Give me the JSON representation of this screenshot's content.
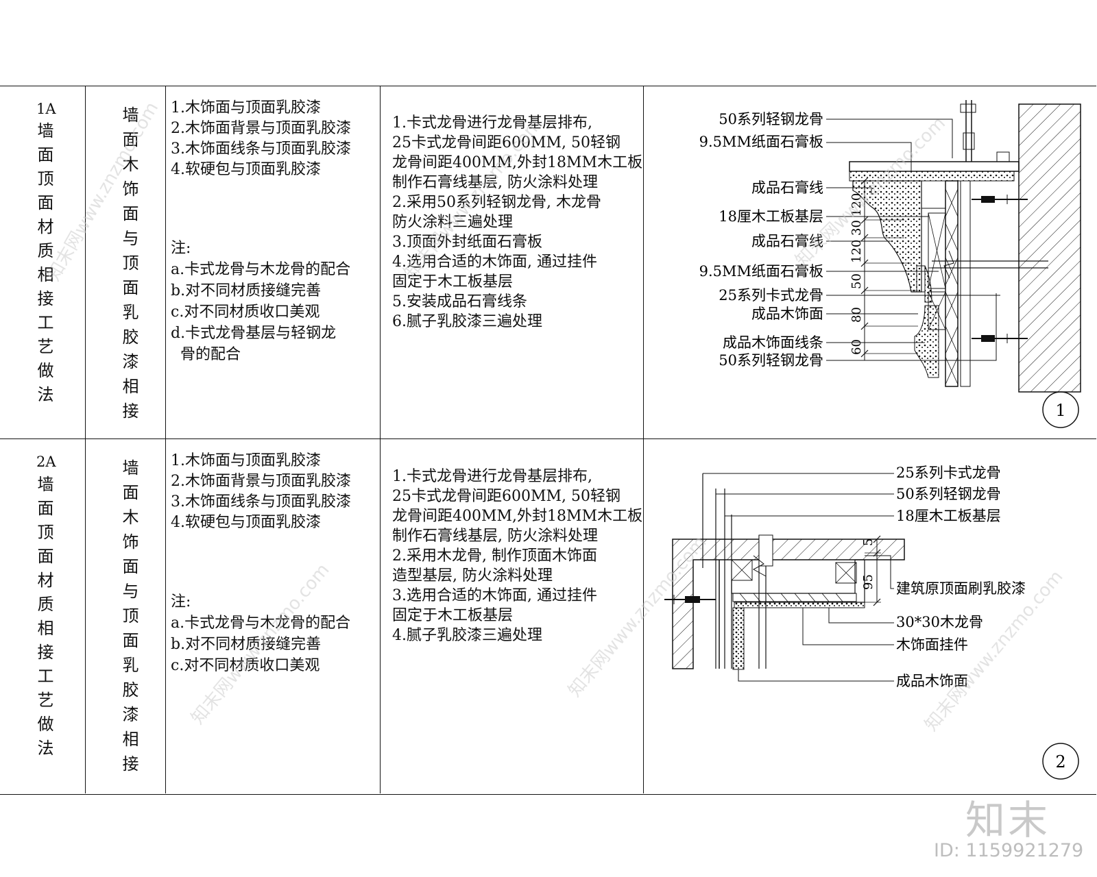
{
  "rows": [
    {
      "code": "1A",
      "category": "墙面顶面材质相接工艺做法",
      "name": "墙面木饰面与顶面乳胶漆相接",
      "items": [
        "1.木饰面与顶面乳胶漆",
        "2.木饰面背景与顶面乳胶漆",
        "3.木饰面线条与顶面乳胶漆",
        "4.软硬包与顶面乳胶漆"
      ],
      "note_title": "注:",
      "notes": [
        "a.卡式龙骨与木龙骨的配合",
        "b.对不同材质接缝完善",
        "c.对不同材质收口美观",
        "d.卡式龙骨基层与轻钢龙",
        "  骨的配合"
      ],
      "steps": [
        "1.卡式龙骨进行龙骨基层排布,",
        "25卡式龙骨间距600MM, 50轻钢",
        "龙骨间距400MM,外封18MM木工板",
        "制作石膏线基层, 防火涂料处理",
        "2.采用50系列轻钢龙骨, 木龙骨",
        "防火涂料三遍处理",
        "3.顶面外封纸面石膏板",
        "4.选用合适的木饰面, 通过挂件",
        "固定于木工板基层",
        "5.安装成品石膏线条",
        "6.腻子乳胶漆三遍处理"
      ],
      "detail_number": "1",
      "labels": [
        "50系列轻钢龙骨",
        "9.5MM纸面石膏板",
        "成品石膏线",
        "18厘木工板基层",
        "成品石膏线",
        "9.5MM纸面石膏板",
        "25系列卡式龙骨",
        "成品木饰面",
        "成品木饰面线条",
        "50系列轻钢龙骨"
      ],
      "dims": [
        "120",
        "30",
        "120",
        "50",
        "80",
        "60"
      ]
    },
    {
      "code": "2A",
      "category": "墙面顶面材质相接工艺做法",
      "name": "墙面木饰面与顶面乳胶漆相接",
      "items": [
        "1.木饰面与顶面乳胶漆",
        "2.木饰面背景与顶面乳胶漆",
        "3.木饰面线条与顶面乳胶漆",
        "4.软硬包与顶面乳胶漆"
      ],
      "note_title": "注:",
      "notes": [
        "a.卡式龙骨与木龙骨的配合",
        "b.对不同材质接缝完善",
        "c.对不同材质收口美观"
      ],
      "steps": [
        "1.卡式龙骨进行龙骨基层排布,",
        "25卡式龙骨间距600MM, 50轻钢",
        "龙骨间距400MM,外封18MM木工板",
        "制作石膏线基层, 防火涂料处理",
        "2.采用木龙骨, 制作顶面木饰面",
        "造型基层, 防火涂料处理",
        "3.选用合适的木饰面, 通过挂件",
        "固定于木工板基层",
        "4.腻子乳胶漆三遍处理"
      ],
      "detail_number": "2",
      "labels": [
        "25系列卡式龙骨",
        "50系列轻钢龙骨",
        "18厘木工板基层",
        "建筑原顶面刷乳胶漆",
        "30*30木龙骨",
        "木饰面挂件",
        "成品木饰面"
      ],
      "dims": [
        "5",
        "95"
      ]
    }
  ],
  "watermark": {
    "logo": "知末",
    "id": "ID: 1159921279",
    "tile_text": "知末网www.znzmo.com"
  },
  "colors": {
    "line": "#111111",
    "watermark": "#c9c9c9"
  }
}
